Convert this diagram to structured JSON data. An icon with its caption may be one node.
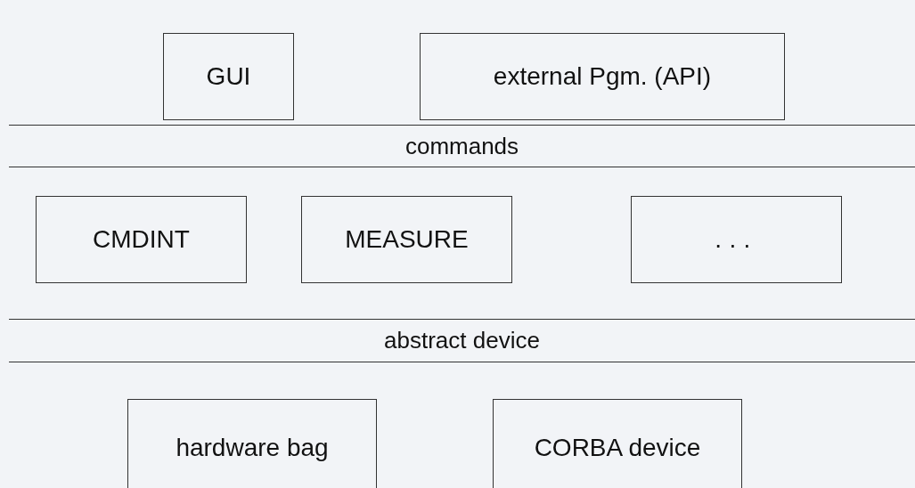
{
  "diagram": {
    "nodes": [
      {
        "text": [
          "GUI"
        ]
      },
      {
        "text": [
          "external Pgm. (API)"
        ]
      },
      {
        "text": [
          "commands"
        ]
      },
      {
        "text": [
          "CMDINT"
        ]
      },
      {
        "text": [
          "MEASURE"
        ]
      },
      {
        "text": [
          "..."
        ]
      },
      {
        "text": [
          "abstract device"
        ]
      },
      {
        "text": [
          "hardware bag"
        ]
      },
      {
        "text": [
          "CORBA device"
        ]
      }
    ]
  }
}
